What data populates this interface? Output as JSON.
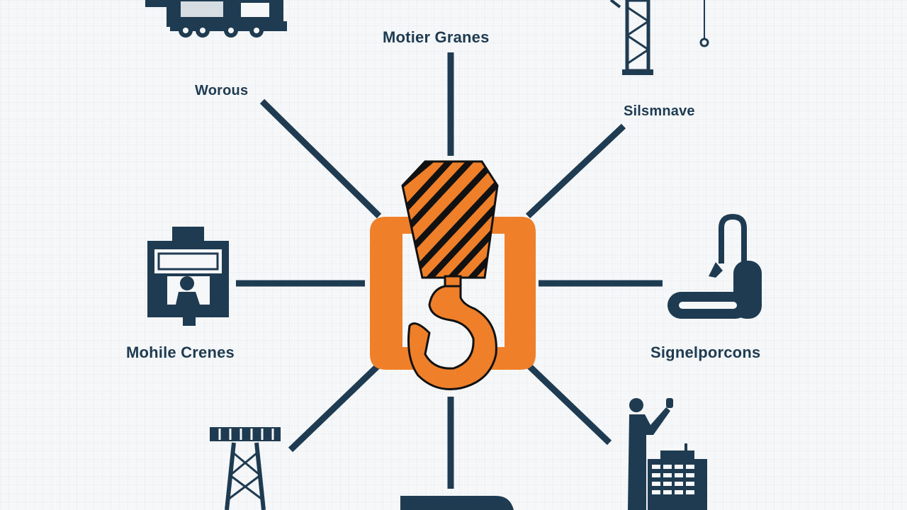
{
  "diagram": {
    "labels": {
      "top": "Motier Granes",
      "top_left": "Worous",
      "top_right": "Silsmnave",
      "left": "Mohile Crenes",
      "right": "Signelporcons"
    },
    "colors": {
      "navy": "#1f3b52",
      "orange": "#f07f2a",
      "black": "#111111",
      "background": "#f5f7f8"
    },
    "icons": [
      "mobile-crane-truck-icon",
      "tower-crane-icon",
      "operator-cab-icon",
      "padlock-signal-icon",
      "lattice-tower-icon",
      "signal-person-icon",
      "crane-hook-icon"
    ]
  }
}
